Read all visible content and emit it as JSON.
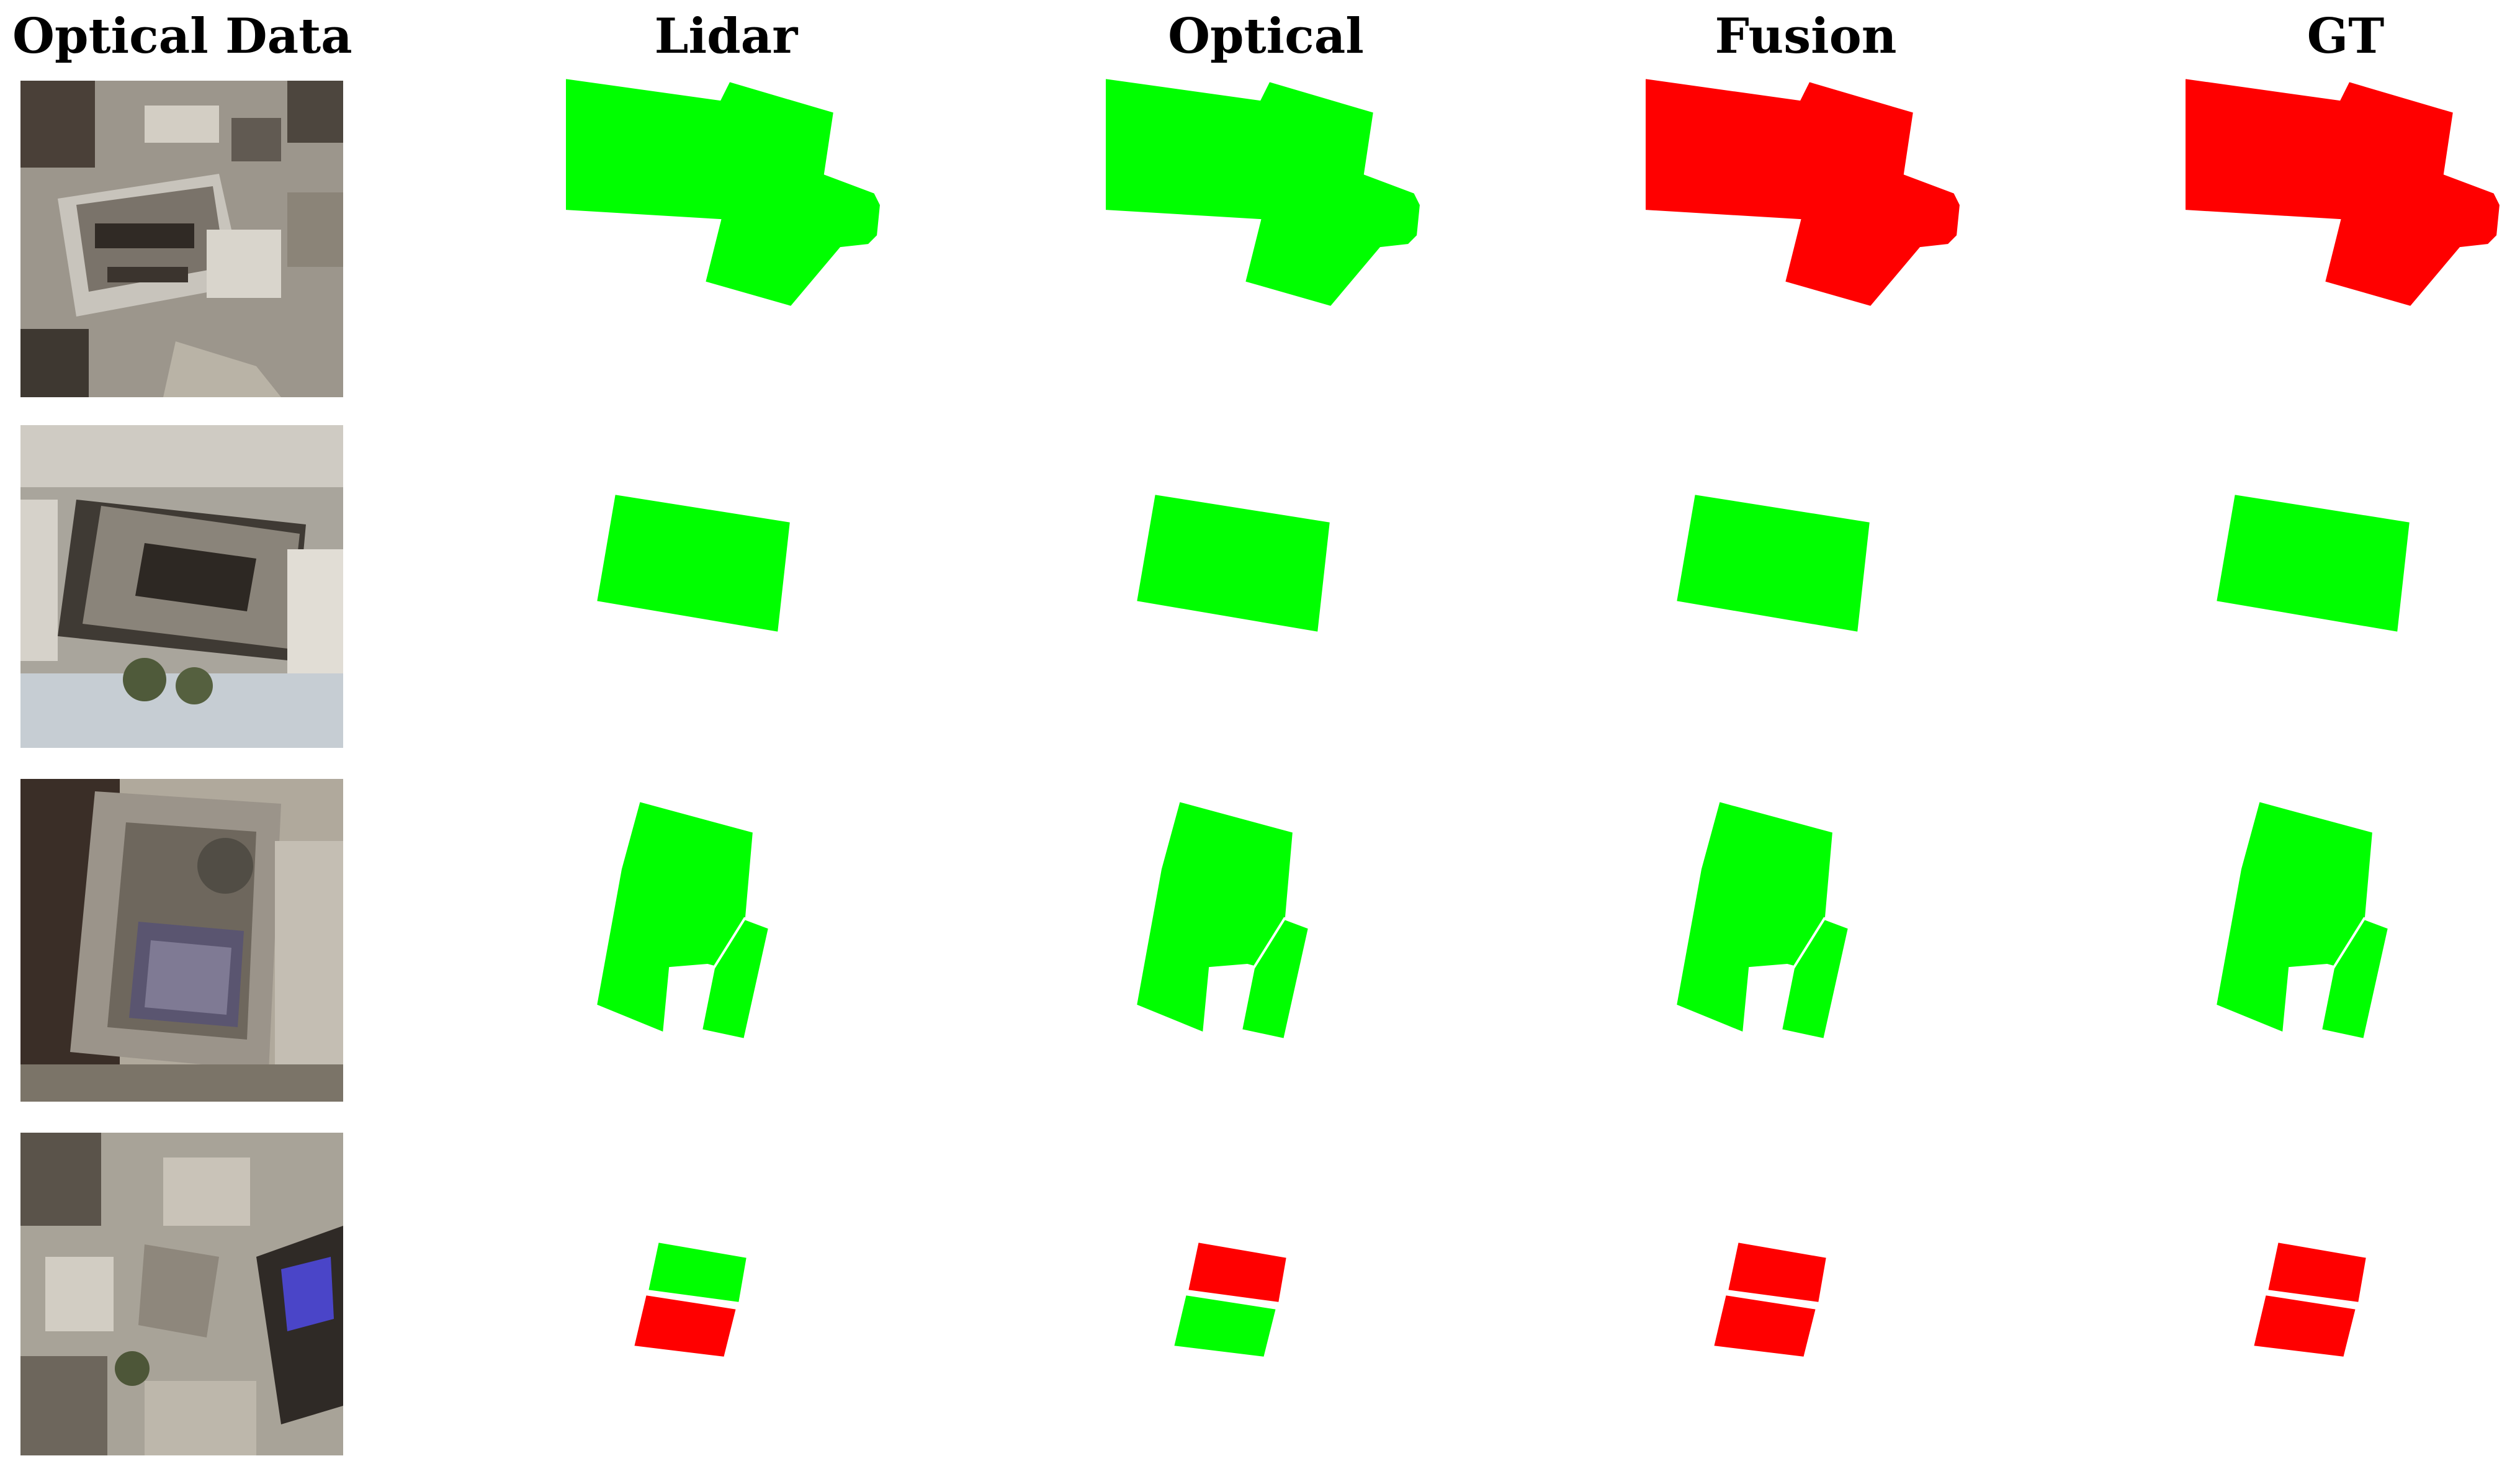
{
  "headers": {
    "optical_data": "Optical Data",
    "lidar": "Lidar",
    "optical": "Optical",
    "fusion": "Fusion",
    "gt": "GT"
  },
  "legend_colors": {
    "green_class": "#00ff00",
    "red_class": "#ff0000"
  },
  "rows": [
    {
      "optical_image": "aerial-photo-damaged-complex",
      "lidar": [
        "green"
      ],
      "optical": [
        "green"
      ],
      "fusion": [
        "red"
      ],
      "gt": [
        "red"
      ]
    },
    {
      "optical_image": "aerial-photo-courtyard-building",
      "lidar": [
        "green"
      ],
      "optical": [
        "green"
      ],
      "fusion": [
        "green"
      ],
      "gt": [
        "green"
      ]
    },
    {
      "optical_image": "aerial-photo-l-shaped-building",
      "lidar": [
        "green",
        "green"
      ],
      "optical": [
        "green",
        "green"
      ],
      "fusion": [
        "green",
        "green"
      ],
      "gt": [
        "green",
        "green"
      ]
    },
    {
      "optical_image": "aerial-photo-dense-rubble",
      "lidar": [
        "green",
        "red"
      ],
      "optical": [
        "red",
        "green"
      ],
      "fusion": [
        "red",
        "red"
      ],
      "gt": [
        "red",
        "red"
      ]
    }
  ]
}
